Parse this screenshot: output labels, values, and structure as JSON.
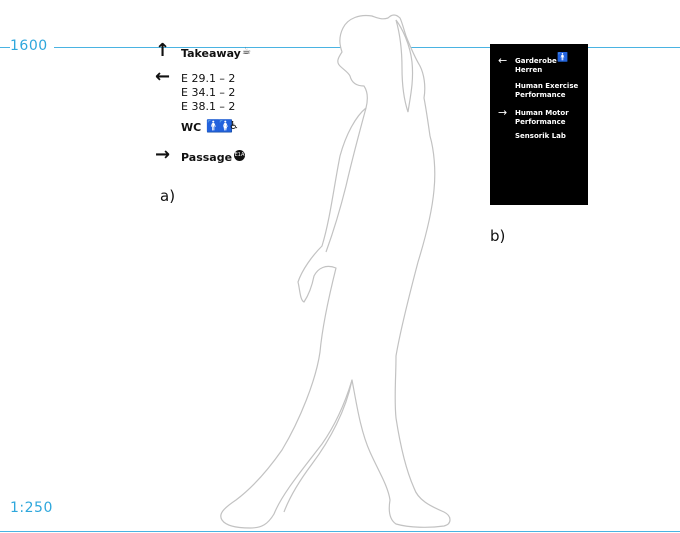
{
  "scale": {
    "height_label": "1600",
    "ratio_label": "1:250"
  },
  "colors": {
    "guide": "#4ab3e2",
    "sign_b_background": "#000000",
    "outline": "#c8c8c8"
  },
  "sign_a": {
    "caption": "a)",
    "takeaway": {
      "label": "Takeaway",
      "arrow_icon": "arrow-up-icon",
      "icon": "coffee-cup-icon"
    },
    "rooms": {
      "arrow_icon": "arrow-left-icon",
      "items": [
        "E 29.1 – 2",
        "E 34.1 – 2",
        "E 38.1 – 2"
      ]
    },
    "wc": {
      "label": "WC",
      "icons": [
        "male-icon",
        "female-icon",
        "wheelchair-icon"
      ]
    },
    "passage": {
      "label": "Passage",
      "arrow_icon": "arrow-right-icon",
      "badge": "E1A"
    }
  },
  "sign_b": {
    "caption": "b)",
    "left_group": {
      "arrow_icon": "arrow-left-icon",
      "lines": [
        "Garderobe",
        "Herren",
        "Human Exercise",
        "Performance"
      ]
    },
    "right_group": {
      "arrow_icon": "arrow-right-icon",
      "lines": [
        "Human Motor",
        "Performance",
        "Sensorik Lab"
      ]
    }
  },
  "figure": {
    "icon": "walking-person-silhouette"
  }
}
